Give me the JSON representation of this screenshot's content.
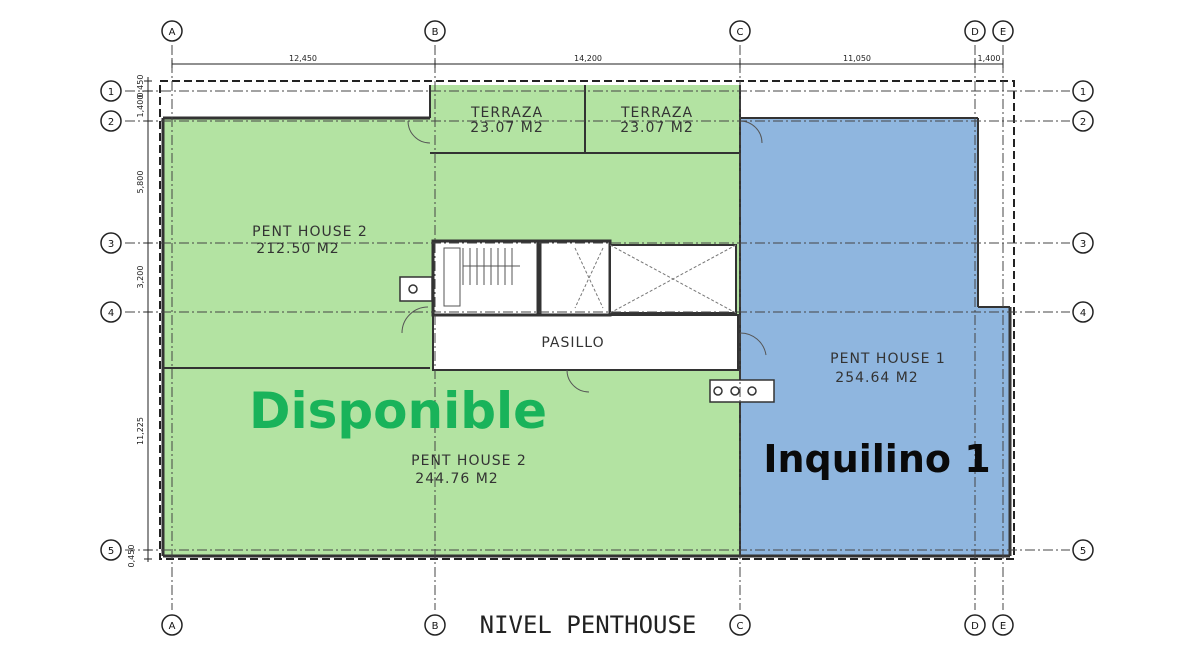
{
  "colors": {
    "available": "#b3e3a2",
    "tenant": "#8fb6df",
    "available_text": "#19b35a",
    "tenant_text": "#0a0a0a"
  },
  "grid": {
    "columns": [
      "A",
      "B",
      "C",
      "D",
      "E"
    ],
    "rows": [
      "1",
      "2",
      "3",
      "4",
      "5"
    ],
    "column_dimensions": [
      "12,450",
      "14,200",
      "11,050",
      "1,400"
    ],
    "row_dimensions": [
      "0,450",
      "1,400",
      "5,800",
      "3,200",
      "11,225",
      "0,450"
    ]
  },
  "rooms": {
    "terrace_1": {
      "name": "TERRAZA",
      "area": "23.07 M2"
    },
    "terrace_2": {
      "name": "TERRAZA",
      "area": "23.07 M2"
    },
    "ph2_upper": {
      "name": "PENT HOUSE 2",
      "area": "212.50 M2"
    },
    "ph2_lower": {
      "name": "PENT HOUSE 2",
      "area": "244.76 M2"
    },
    "ph1": {
      "name": "PENT HOUSE 1",
      "area": "254.64 M2"
    },
    "corridor": {
      "name": "PASILLO"
    }
  },
  "status": {
    "available": "Disponible",
    "tenant": "Inquilino 1"
  },
  "level_title": "NIVEL PENTHOUSE"
}
